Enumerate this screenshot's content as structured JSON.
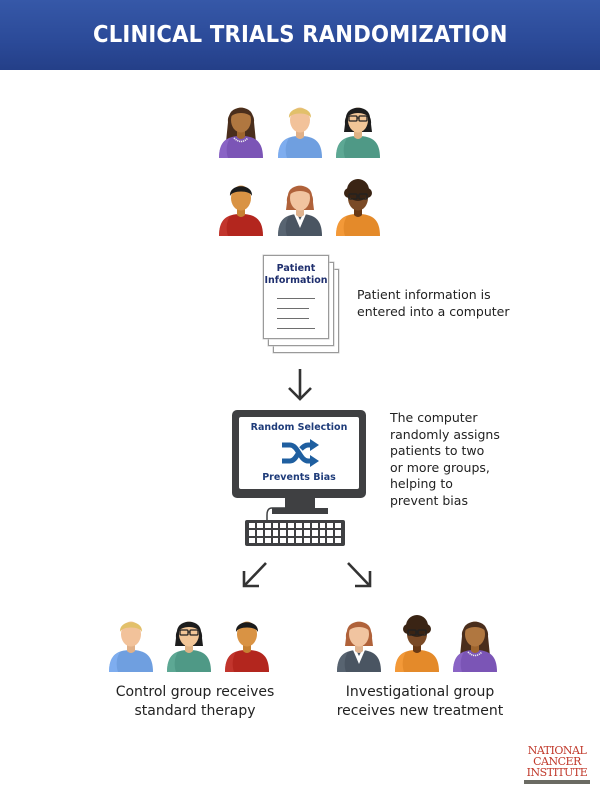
{
  "header": {
    "title": "CLINICAL TRIALS RANDOMIZATION"
  },
  "colors": {
    "header_blue": "#2b4a98",
    "screen_text_blue": "#1f3c7a",
    "monitor_gray": "#3f4042",
    "logo_red": "#c0392b"
  },
  "patients": [
    {
      "id": "woman-purple",
      "shirt": "#7b55b6",
      "skin": "#b07740",
      "hair": "#4a2e1c",
      "hair_style": "long",
      "glasses": false,
      "necklace": true
    },
    {
      "id": "man-blonde-blue",
      "shirt": "#6f9fe0",
      "skin": "#f2c29a",
      "hair": "#e2c06a",
      "hair_style": "short",
      "glasses": false,
      "necklace": false
    },
    {
      "id": "woman-glasses-teal",
      "shirt": "#4f9986",
      "skin": "#f1c597",
      "hair": "#1d1d1d",
      "hair_style": "bob",
      "glasses": true,
      "necklace": false
    },
    {
      "id": "man-red",
      "shirt": "#b3261e",
      "skin": "#d99344",
      "hair": "#1b1b1b",
      "hair_style": "short",
      "glasses": false,
      "necklace": false
    },
    {
      "id": "woman-suit-gray",
      "shirt": "#4a5562",
      "skin": "#f1c4a0",
      "hair": "#b0623a",
      "hair_style": "bob",
      "glasses": false,
      "necklace": false
    },
    {
      "id": "woman-glasses-orange",
      "shirt": "#e48a2a",
      "skin": "#7a4a26",
      "hair": "#3a2414",
      "hair_style": "curly",
      "glasses": true,
      "necklace": false
    }
  ],
  "document": {
    "title_line1": "Patient",
    "title_line2": "Information"
  },
  "step1_caption": {
    "line1": "Patient information is",
    "line2": "entered into a computer"
  },
  "computer": {
    "screen_top": "Random Selection",
    "screen_bottom": "Prevents Bias",
    "icon": "shuffle-icon"
  },
  "step2_caption": {
    "lines": [
      "The computer",
      "randomly assigns",
      "patients to two",
      "or more groups,",
      "helping to",
      "prevent bias"
    ]
  },
  "control_group": {
    "members": [
      "man-blonde-blue",
      "woman-glasses-teal",
      "man-red"
    ],
    "caption_line1": "Control group receives",
    "caption_line2": "standard therapy"
  },
  "investigational_group": {
    "members": [
      "woman-suit-gray",
      "woman-glasses-orange",
      "woman-purple"
    ],
    "caption_line1": "Investigational group",
    "caption_line2": "receives new treatment"
  },
  "logo": {
    "line1": "NATIONAL",
    "line2": "CANCER",
    "line3": "INSTITUTE"
  }
}
